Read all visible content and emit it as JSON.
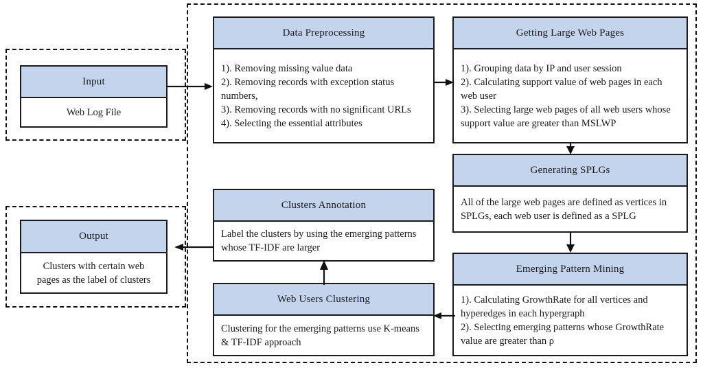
{
  "diagram": {
    "title": "Web usage mining framework flowchart",
    "accent_header_color": "#c3d4ec",
    "line_color": "#111111",
    "background_color": "#ffffff"
  },
  "groups": [
    {
      "id": "input-group",
      "label": "Input group frame"
    },
    {
      "id": "output-group",
      "label": "Output group frame"
    },
    {
      "id": "process-group",
      "label": "Processing stages frame"
    }
  ],
  "nodes": {
    "input": {
      "header": "Input",
      "body": "Web Log File"
    },
    "output": {
      "header": "Output",
      "body": "Clusters with certain web\npages as the label of clusters"
    },
    "data_preprocessing": {
      "header": "Data Preprocessing",
      "body": "1). Removing missing value data\n2). Removing records with exception status numbers,\n3). Removing records with no significant URLs\n4). Selecting the essential attributes"
    },
    "getting_large_web_pages": {
      "header": "Getting Large Web Pages",
      "body": "1). Grouping data by IP and user session\n2). Calculating  support value  of web pages in each web user\n3). Selecting large  web pages of all  web users whose support value  are greater than MSLWP"
    },
    "generating_splgs": {
      "header": "Generating SPLGs",
      "body": "All  of the large  web pages are defined as vertices in SPLGs, each web user is defined as a SPLG"
    },
    "emerging_pattern_mining": {
      "header": "Emerging  Pattern Mining",
      "body": "1). Calculating  GrowthRate for all vertices and hyperedges in each hypergraph\n2). Selecting emerging  patterns whose GrowthRate value  are greater than  ρ"
    },
    "clusters_annotation": {
      "header": "Clusters Annotation",
      "body": "Label the clusters by using the emerging patterns whose TF-IDF are larger"
    },
    "web_users_clustering": {
      "header": "Web Users Clustering",
      "body": "Clustering  for the emerging  patterns use K-means & TF-IDF approach"
    }
  },
  "connectors": [
    {
      "id": "input-to-preprocessing",
      "from": "input",
      "to": "data_preprocessing",
      "direction": "right"
    },
    {
      "id": "preprocessing-to-large-pages",
      "from": "data_preprocessing",
      "to": "getting_large_web_pages",
      "direction": "right"
    },
    {
      "id": "large-pages-to-splgs",
      "from": "getting_large_web_pages",
      "to": "generating_splgs",
      "direction": "down"
    },
    {
      "id": "splgs-to-pattern-mining",
      "from": "generating_splgs",
      "to": "emerging_pattern_mining",
      "direction": "down"
    },
    {
      "id": "pattern-mining-to-clustering",
      "from": "emerging_pattern_mining",
      "to": "web_users_clustering",
      "direction": "left"
    },
    {
      "id": "clustering-to-annotation",
      "from": "web_users_clustering",
      "to": "clusters_annotation",
      "direction": "up"
    },
    {
      "id": "annotation-to-output",
      "from": "clusters_annotation",
      "to": "output",
      "direction": "left"
    }
  ]
}
